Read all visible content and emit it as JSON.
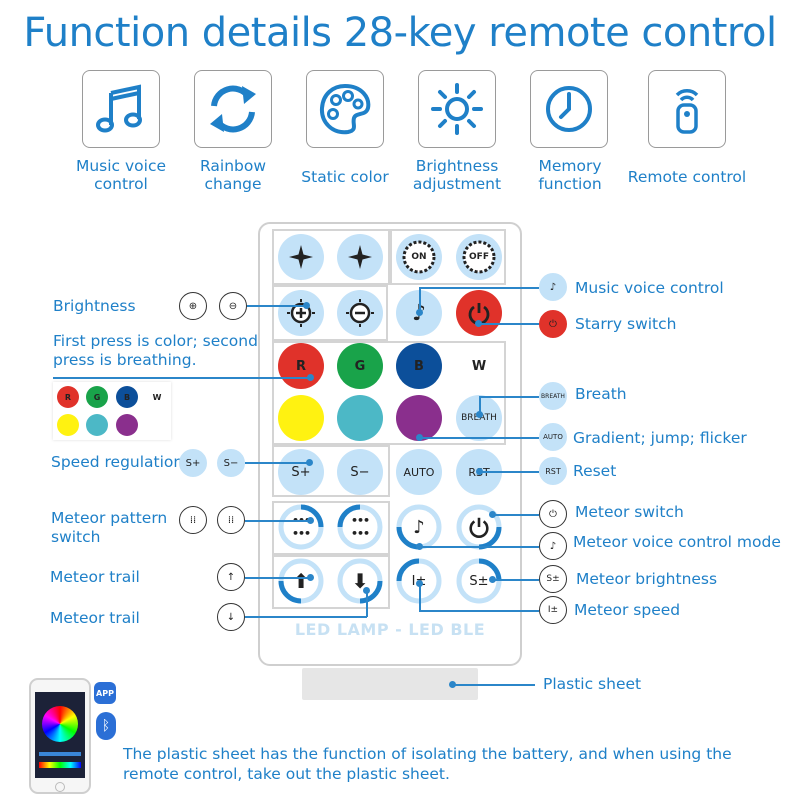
{
  "title": "Function details 28-key remote control",
  "features": [
    {
      "icon": "music-note-icon",
      "label_line1": "Music voice",
      "label_line2": "control"
    },
    {
      "icon": "rainbow-change-icon",
      "label_line1": "Rainbow",
      "label_line2": "change"
    },
    {
      "icon": "palette-icon",
      "label_line1": "Static color",
      "label_line2": ""
    },
    {
      "icon": "brightness-icon",
      "label_line1": "Brightness",
      "label_line2": "adjustment"
    },
    {
      "icon": "clock-icon",
      "label_line1": "Memory",
      "label_line2": "function"
    },
    {
      "icon": "remote-icon",
      "label_line1": "Remote control",
      "label_line2": ""
    }
  ],
  "buttons": {
    "on": "ON",
    "off": "OFF",
    "r": "R",
    "g": "G",
    "b": "B",
    "w": "W",
    "breath": "BREATH",
    "s_plus": "S+",
    "s_minus": "S−",
    "auto": "AUTO",
    "rst": "RST",
    "i_pm": "I±",
    "s_pm": "S±"
  },
  "remote_brand": "LED LAMP - LED BLE",
  "labels_left": {
    "brightness": "Brightness",
    "first_press_line1": "First press is color; second",
    "first_press_line2": "press is breathing.",
    "speed": "Speed regulation",
    "meteor_pattern_line1": "Meteor pattern",
    "meteor_pattern_line2": "switch",
    "meteor_trail_up": "Meteor trail",
    "meteor_trail_down": "Meteor trail"
  },
  "labels_right": {
    "music": "Music voice control",
    "starry": "Starry switch",
    "breath": "Breath",
    "gradient": "Gradient; jump; flicker",
    "reset": "Reset",
    "meteor_switch": "Meteor switch",
    "meteor_voice": "Meteor voice control mode",
    "meteor_brightness": "Meteor brightness",
    "meteor_speed": "Meteor speed",
    "plastic": "Plastic sheet"
  },
  "icon_texts": {
    "breath": "BREATH",
    "auto": "AUTO",
    "rst": "RST",
    "s_pm": "S±",
    "i_pm": "I±",
    "s_plus": "S+",
    "s_minus": "S−",
    "r": "R",
    "g": "G",
    "b": "B",
    "w": "W"
  },
  "app_badge": "APP",
  "note_line1": "The plastic sheet has the function of isolating the battery, and when using the",
  "note_line2": "remote control, take out the plastic sheet.",
  "colors": {
    "accent": "#1f80c8",
    "button_bg": "#c3e2f8",
    "red": "#e0322a",
    "green": "#19a34a",
    "blue": "#0c4f9a",
    "yellow": "#fff211",
    "cyan": "#4cb8c6",
    "purple": "#8a2f8d"
  }
}
